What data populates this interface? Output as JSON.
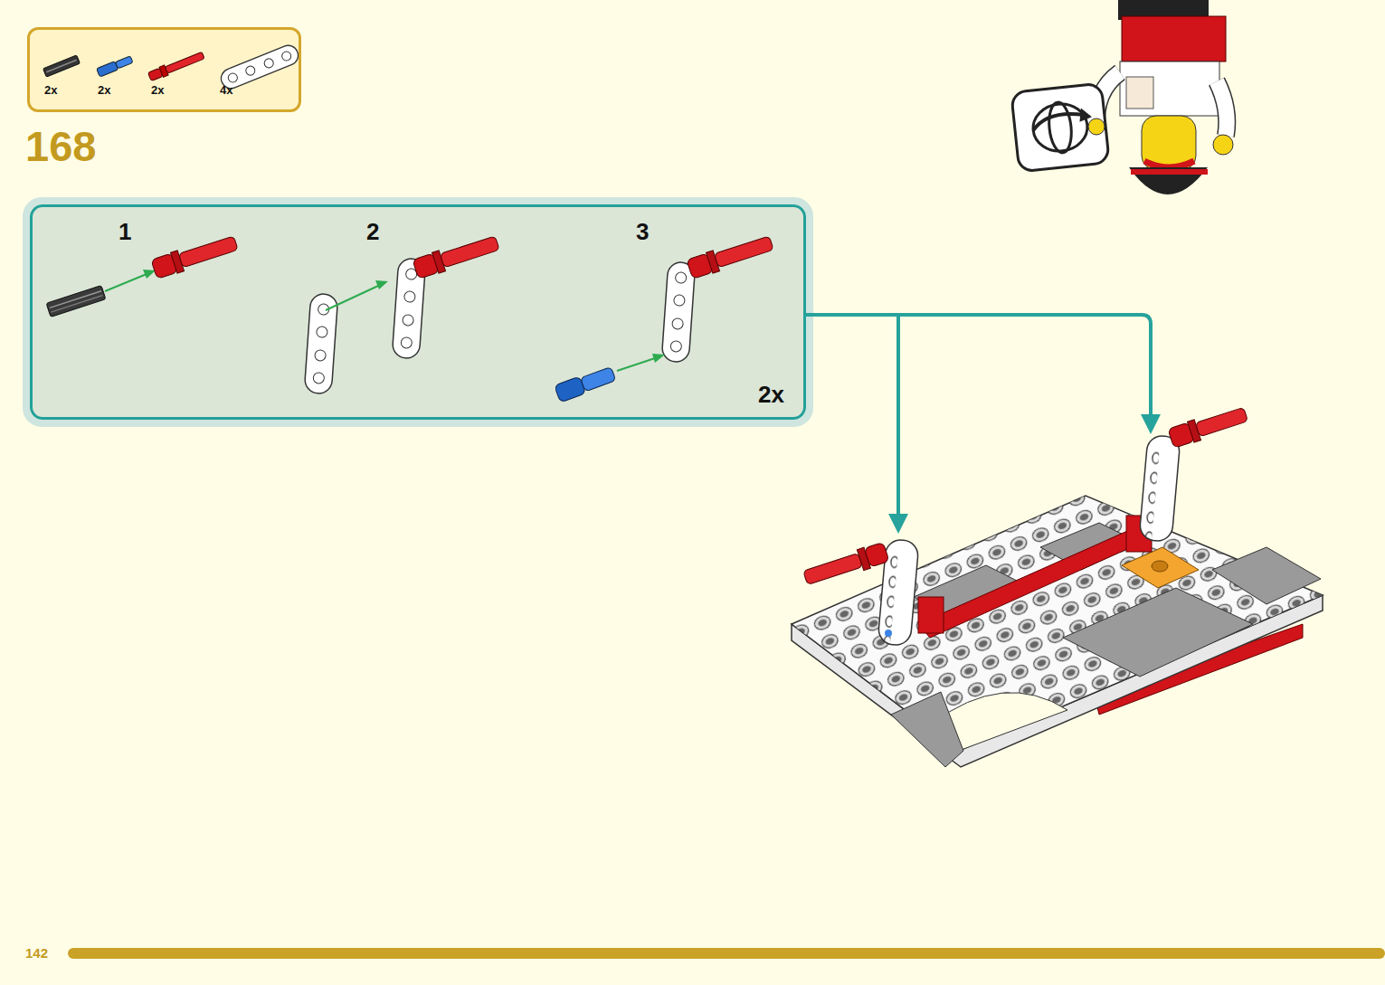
{
  "diagram": {
    "title": "168",
    "nodes": [
      {
        "text": [
          "2x",
          "2x",
          "2x",
          "4x"
        ]
      },
      {
        "text": [
          "1",
          "2",
          "3",
          "2x"
        ]
      }
    ],
    "labels": [
      "142"
    ]
  }
}
